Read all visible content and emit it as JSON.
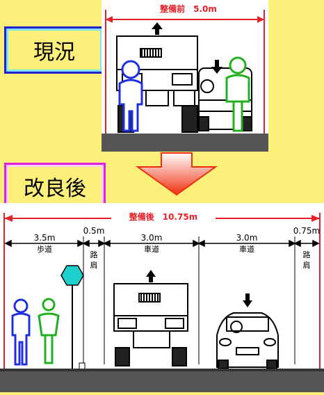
{
  "current": {
    "label": "現況",
    "width_title": "整備前　5.0m"
  },
  "improved": {
    "label": "改良後",
    "width_title": "整備後　10.75m",
    "segments": [
      {
        "width": "3.5m",
        "name": "歩道"
      },
      {
        "width": "0.5m",
        "name": "路\n肩"
      },
      {
        "width": "3.0m",
        "name": "車道"
      },
      {
        "width": "3.0m",
        "name": "車道"
      },
      {
        "width": "0.75m",
        "name": "路\n肩"
      }
    ]
  },
  "colors": {
    "background": "#fdf07a",
    "dimension_red": "#e8202a",
    "pedestrian_blue": "#2030e0",
    "cyclist_green": "#20b020",
    "sign_cyan": "#20d0d0",
    "arrow_red": "#f03010",
    "ground": "#555555"
  }
}
